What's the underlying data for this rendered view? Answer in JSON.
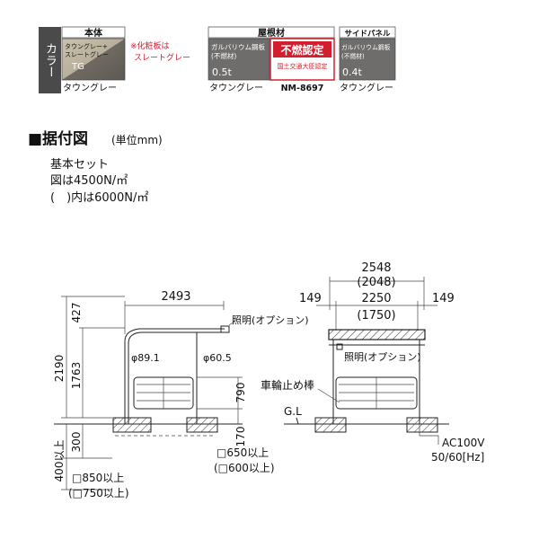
{
  "color_panel": {
    "side_label": "カラー",
    "body_header": "本体",
    "body_swatch_line1": "タウングレー+",
    "body_swatch_line2": "スレートグレー",
    "body_swatch_code": "TG",
    "body_name": "タウングレー",
    "body_note_line1": "※化粧板は",
    "body_note_line2": "スレートグレー",
    "roof_header": "屋根材",
    "roof_material_line1": "ガルバリウム鋼板",
    "roof_material_line2": "(不燃材)",
    "roof_thickness": "0.5t",
    "roof_name": "タウングレー",
    "cert_title": "不燃認定",
    "cert_line1": "国土交通大臣認定",
    "cert_number": "NM-8697",
    "side_header": "サイドパネル",
    "side_material_line1": "ガルバリウム鋼板",
    "side_material_line2": "(不燃材)",
    "side_thickness": "0.4t",
    "side_name": "タウングレー"
  },
  "section": {
    "title": "■据付図",
    "unit": "(単位mm)",
    "note_line1": "基本セット",
    "note_line2": "図は4500N/㎡",
    "note_line3": "(　)内は6000N/㎡"
  },
  "side_view": {
    "dim_width": "2493",
    "dim_427": "427",
    "dim_2190": "2190",
    "dim_1763": "1763",
    "dim_790": "790",
    "dim_170": "170",
    "dim_300": "300",
    "dim_400": "400以上",
    "dia_891": "φ89.1",
    "dia_605": "φ60.5",
    "light_label": "照明(オプション)",
    "found_large_1": "□850以上",
    "found_large_2": "(□750以上)",
    "found_small_1": "□650以上",
    "found_small_2": "(□600以上)"
  },
  "front_view": {
    "dim_total": "2548",
    "dim_total_alt": "(2048)",
    "dim_inner": "2250",
    "dim_inner_alt": "(1750)",
    "dim_left": "149",
    "dim_right": "149",
    "light_label": "照明(オプション)",
    "stopper_label": "車輪止め棒",
    "gl_label": "G.L",
    "power_line1": "AC100V",
    "power_line2": "50/60[Hz]"
  }
}
